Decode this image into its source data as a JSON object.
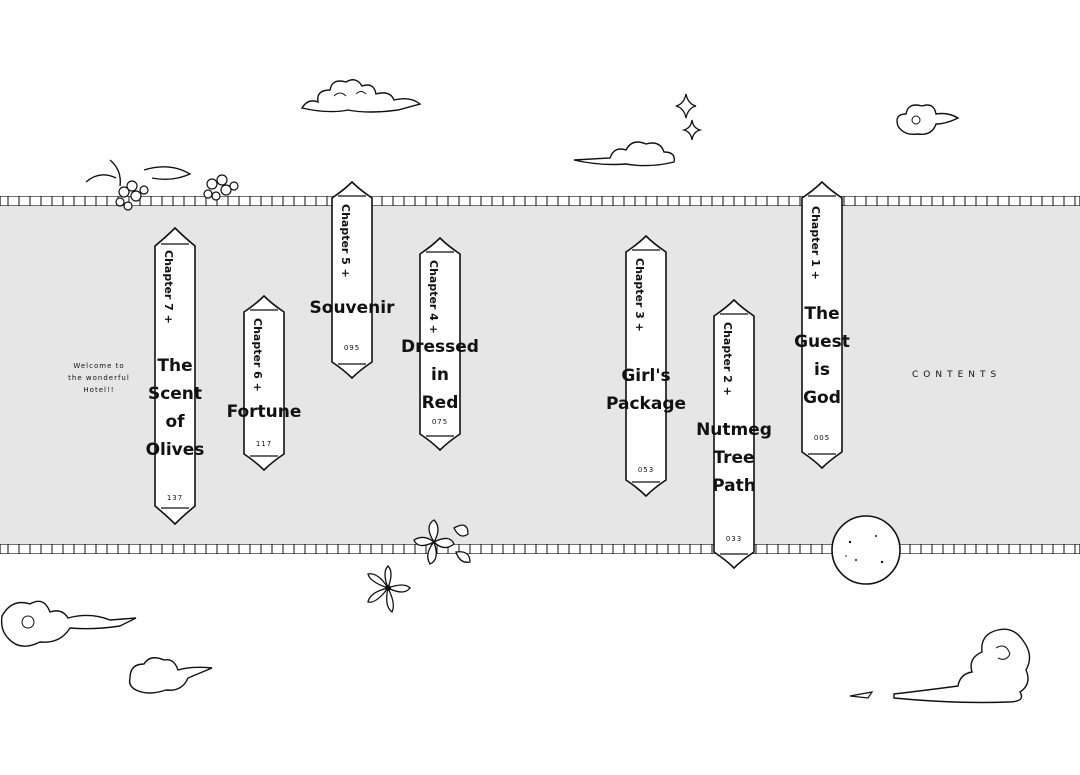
{
  "welcome": {
    "line1": "Welcome to",
    "line2": "the wonderful",
    "line3": "Hotel!!"
  },
  "contents_label": "CONTENTS",
  "chapters": [
    {
      "label": "Chapter 7 +",
      "title_lines": [
        "The",
        "Scent",
        "of",
        "Olives"
      ],
      "page": "137"
    },
    {
      "label": "Chapter 6 +",
      "title_lines": [
        "Fortune"
      ],
      "page": "117"
    },
    {
      "label": "Chapter 5 +",
      "title_lines": [
        "Souvenir"
      ],
      "page": "095"
    },
    {
      "label": "Chapter 4 +",
      "title_lines": [
        "Dressed",
        "in",
        "Red"
      ],
      "page": "075"
    },
    {
      "label": "Chapter 3 +",
      "title_lines": [
        "Girl's",
        "Package"
      ],
      "page": "053"
    },
    {
      "label": "Chapter 2 +",
      "title_lines": [
        "Nutmeg",
        "Tree",
        "Path"
      ],
      "page": "033"
    },
    {
      "label": "Chapter 1 +",
      "title_lines": [
        "The",
        "Guest",
        "is",
        "God"
      ],
      "page": "005"
    }
  ],
  "colors": {
    "band": "#e6e6e6",
    "ink": "#111111",
    "paper": "#ffffff"
  },
  "icons": [
    "cloud-icon",
    "sparkle-icon",
    "flower-icon",
    "leaf-icon",
    "moon-icon"
  ]
}
